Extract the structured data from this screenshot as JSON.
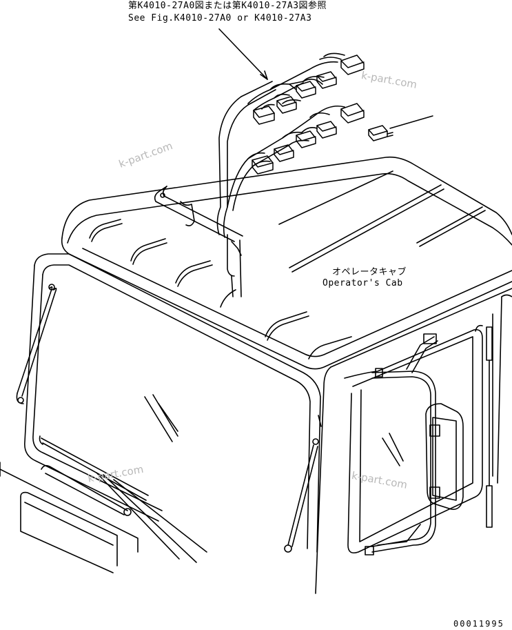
{
  "reference_note": {
    "ja": "第K4010-27A0図または第K4010-27A3図参照",
    "en": "See Fig.K4010-27A0 or K4010-27A3"
  },
  "cab_label": {
    "ja": "オペレータキャブ",
    "en": "Operator's Cab"
  },
  "watermark": "k-part.com",
  "drawing_number": "00011995",
  "colors": {
    "line": "#000000",
    "watermark": "#b8b8b8",
    "background": "#ffffff"
  }
}
